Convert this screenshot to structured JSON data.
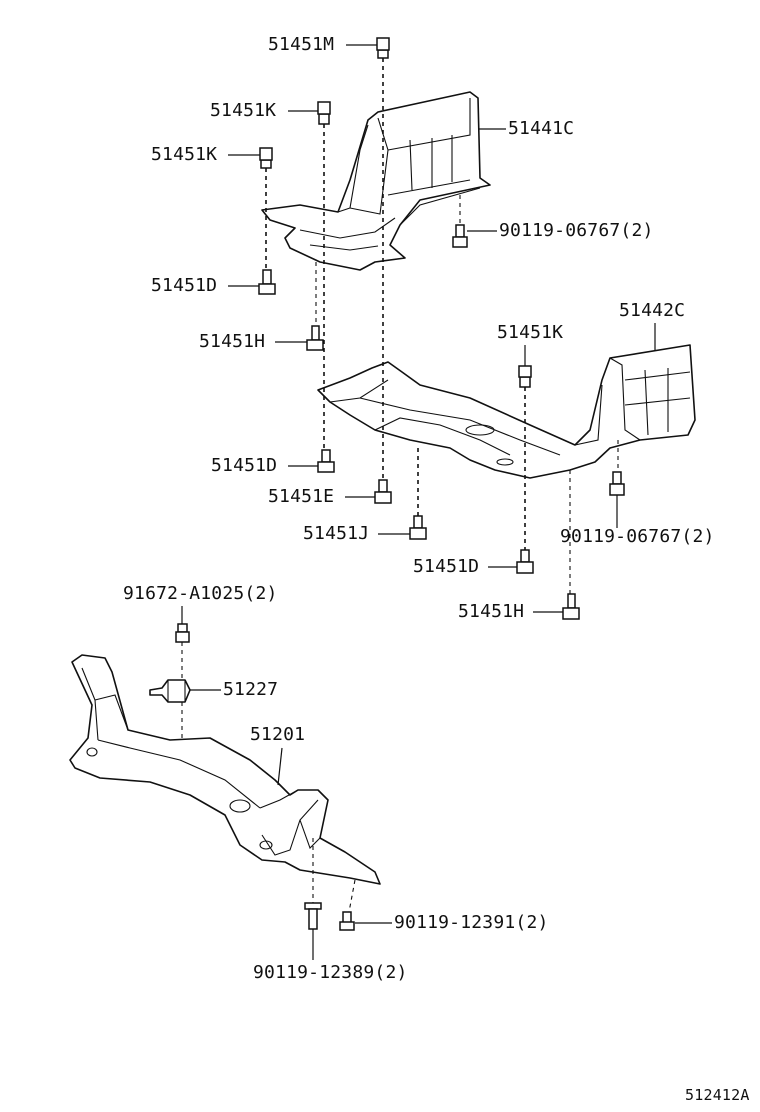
{
  "labels": {
    "p51451M": "51451M",
    "p51451K_a": "51451K",
    "p51451K_b": "51451K",
    "p51441C": "51441C",
    "p90119_06767_a": "90119-06767(2)",
    "p51451D_a": "51451D",
    "p51451H_a": "51451H",
    "p51451K_c": "51451K",
    "p51442C": "51442C",
    "p51451D_b": "51451D",
    "p51451E": "51451E",
    "p51451J": "51451J",
    "p90119_06767_b": "90119-06767(2)",
    "p51451D_c": "51451D",
    "p51451H_b": "51451H",
    "p91672_A1025": "91672-A1025(2)",
    "p51227": "51227",
    "p51201": "51201",
    "p90119_12391": "90119-12391(2)",
    "p90119_12389": "90119-12389(2)",
    "diagram_code": "512412A"
  }
}
